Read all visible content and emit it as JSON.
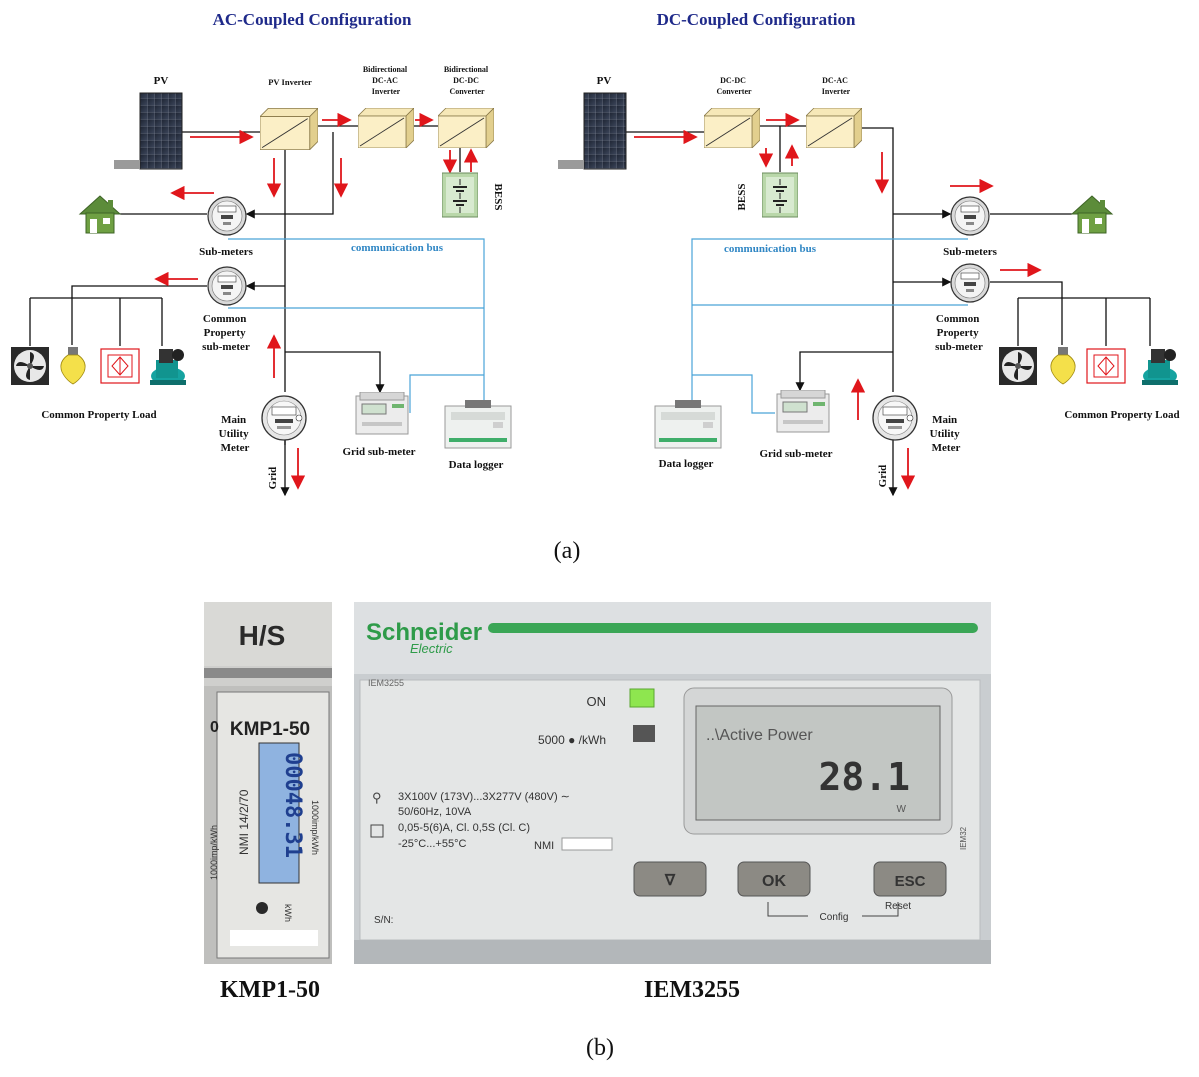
{
  "panel_a": {
    "ac": {
      "title": "AC-Coupled Configuration",
      "pv": "PV",
      "pv_inverter": "PV Inverter",
      "bidir_dcac": [
        "Bidirectional",
        "DC-AC",
        "Inverter"
      ],
      "bidir_dcdc": [
        "Bidirectional",
        "DC-DC",
        "Converter"
      ],
      "bess": "BESS",
      "sub_meters": "Sub-meters",
      "comm_bus": "communication bus",
      "common_meter": [
        "Common",
        "Property",
        "sub-meter"
      ],
      "common_load": "Common Property Load",
      "main_meter": [
        "Main",
        "Utility",
        "Meter"
      ],
      "grid": "Grid",
      "grid_sub_meter": "Grid sub-meter",
      "data_logger": "Data logger"
    },
    "dc": {
      "title": "DC-Coupled Configuration",
      "pv": "PV",
      "dcdc": [
        "DC-DC",
        "Converter"
      ],
      "dcac": [
        "DC-AC",
        "Inverter"
      ],
      "bess": "BESS",
      "comm_bus": "communication bus",
      "sub_meters": "Sub-meters",
      "common_meter": [
        "Common",
        "Property",
        "sub-meter"
      ],
      "common_load": "Common Property Load",
      "main_meter": [
        "Main",
        "Utility",
        "Meter"
      ],
      "grid": "Grid",
      "grid_sub_meter": "Grid sub-meter",
      "data_logger": "Data logger"
    },
    "caption": "(a)"
  },
  "panel_b": {
    "kmp": {
      "top_label": "H/S",
      "model": "KMP1-50",
      "reading": "00048.31",
      "side_left": "1000imp/kWh",
      "nmi": "NMI 14/2/70",
      "side_right": "1000imp/kWh",
      "unit": "kWh",
      "caption": "KMP1-50"
    },
    "iem": {
      "brand": "Schneider",
      "brand_sub": "Electric",
      "model_small": "IEM3255",
      "on_label": "ON",
      "pulse_label": "5000 ● /kWh",
      "display_title": "..\\Active Power",
      "display_value": "28.1",
      "display_unit": "W",
      "spec_lines": [
        "3X100V (173V)...3X277V (480V) ∼",
        "50/60Hz, 10VA",
        "0,05-5(6)A, Cl. 0,5S (Cl. C)",
        "-25°C...+55°C"
      ],
      "nmi": "NMI",
      "side_code": "IEM32",
      "btn_down": "∇",
      "btn_ok": "OK",
      "btn_esc": "ESC",
      "config": "Config",
      "reset": "Reset",
      "sn": "S/N:",
      "caption": "IEM3255"
    },
    "caption": "(b)"
  }
}
